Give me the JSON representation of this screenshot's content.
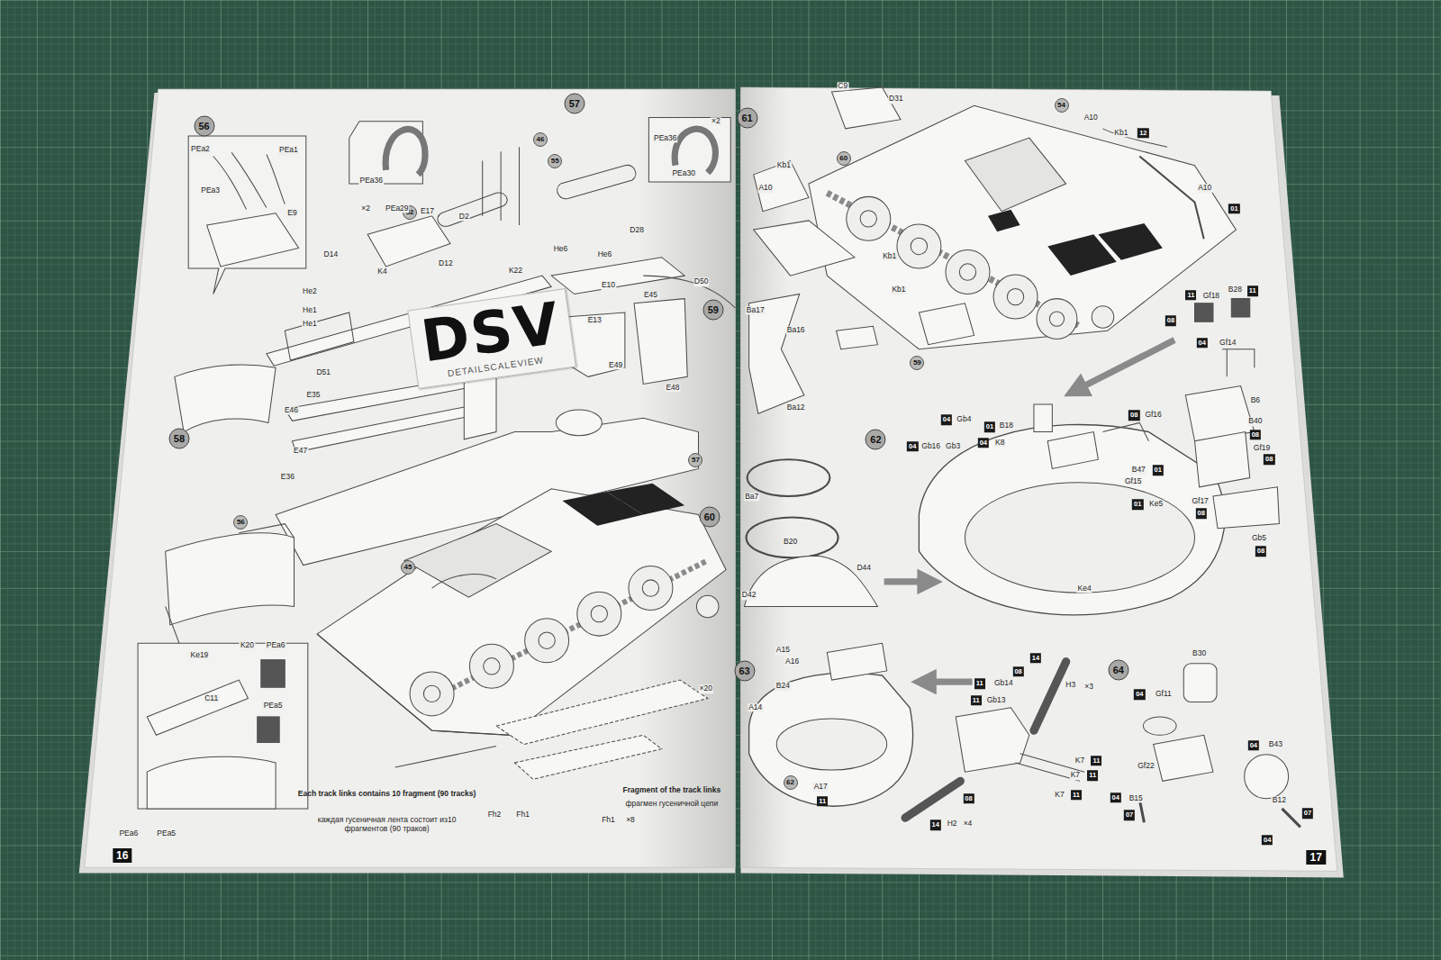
{
  "diagram": {
    "nodes": [
      {
        "text": [
          "56"
        ]
      },
      {
        "text": [
          "57"
        ]
      },
      {
        "text": [
          "58"
        ]
      },
      {
        "text": [
          "59"
        ]
      },
      {
        "text": [
          "60"
        ]
      },
      {
        "text": [
          "61"
        ]
      },
      {
        "text": [
          "62"
        ]
      },
      {
        "text": [
          "63"
        ]
      },
      {
        "text": [
          "64"
        ]
      },
      {
        "text": [
          "52"
        ]
      },
      {
        "text": [
          "46"
        ]
      },
      {
        "text": [
          "55"
        ]
      },
      {
        "text": [
          "45"
        ]
      },
      {
        "text": [
          "56"
        ]
      },
      {
        "text": [
          "57"
        ]
      },
      {
        "text": [
          "60"
        ]
      },
      {
        "text": [
          "54"
        ]
      },
      {
        "text": [
          "59"
        ]
      },
      {
        "text": [
          "62"
        ]
      },
      {
        "text": [
          "16"
        ]
      },
      {
        "text": [
          "17"
        ]
      },
      {
        "text": [
          "DSV",
          "DETAILSCALEVIEW"
        ]
      },
      {
        "text": [
          "12"
        ]
      },
      {
        "text": [
          "01"
        ]
      },
      {
        "text": [
          "11"
        ]
      },
      {
        "text": [
          "11"
        ]
      },
      {
        "text": [
          "08"
        ]
      },
      {
        "text": [
          "04"
        ]
      },
      {
        "text": [
          "08"
        ]
      },
      {
        "text": [
          "08"
        ]
      },
      {
        "text": [
          "08"
        ]
      },
      {
        "text": [
          "04"
        ]
      },
      {
        "text": [
          "01"
        ]
      },
      {
        "text": [
          "04"
        ]
      },
      {
        "text": [
          "04"
        ]
      },
      {
        "text": [
          "01"
        ]
      },
      {
        "text": [
          "01"
        ]
      },
      {
        "text": [
          "08"
        ]
      },
      {
        "text": [
          "08"
        ]
      },
      {
        "text": [
          "14"
        ]
      },
      {
        "text": [
          "08"
        ]
      },
      {
        "text": [
          "11"
        ]
      },
      {
        "text": [
          "11"
        ]
      },
      {
        "text": [
          "11"
        ]
      },
      {
        "text": [
          "11"
        ]
      },
      {
        "text": [
          "11"
        ]
      },
      {
        "text": [
          "08"
        ]
      },
      {
        "text": [
          "14"
        ]
      },
      {
        "text": [
          "11"
        ]
      },
      {
        "text": [
          "04"
        ]
      },
      {
        "text": [
          "04"
        ]
      },
      {
        "text": [
          "04"
        ]
      },
      {
        "text": [
          "07"
        ]
      },
      {
        "text": [
          "07"
        ]
      },
      {
        "text": [
          "04"
        ]
      }
    ],
    "labels": [
      "PEa2",
      "PEa1",
      "PEa3",
      "E9",
      "PEa36",
      "PEa29",
      "×2",
      "E17",
      "D14",
      "K4",
      "D12",
      "He2",
      "He1",
      "He1",
      "D51",
      "D2",
      "K22",
      "PEa36",
      "PEa30",
      "×2",
      "He6",
      "He6",
      "D28",
      "E10",
      "D50",
      "E13",
      "E45",
      "E49",
      "E48",
      "E35",
      "E46",
      "E47",
      "E36",
      "Ke19",
      "K20",
      "PEa6",
      "C11",
      "PEa5",
      "PEa6",
      "PEa5",
      "×20",
      "Fh2",
      "Fh1",
      "Fh1",
      "×8",
      "Each track links contains 10 fragment (90 tracks)",
      "каждая гусеничная лента состоит из10 фрагментов (90 траков)",
      "Fragment of the track links",
      "фрагмен гусеничной цепи",
      "C9",
      "D31",
      "A10",
      "Kb1",
      "A10",
      "Kb1",
      "A10",
      "Kb1",
      "Kb1",
      "Gf18",
      "B28",
      "Gf14",
      "Ba17",
      "Ba16",
      "Ba12",
      "B6",
      "B40",
      "Gf16",
      "Gf19",
      "Gb4",
      "B18",
      "K8",
      "Gb16",
      "Gb3",
      "B47",
      "Gf15",
      "Ke5",
      "Gf17",
      "Gb5",
      "Ba7",
      "B20",
      "D44",
      "D42",
      "Ke4",
      "A15",
      "A16",
      "B24",
      "A14",
      "A17",
      "Gb14",
      "Gb13",
      "H3",
      "×3",
      "K7",
      "K7",
      "K7",
      "H2",
      "×4",
      "B30",
      "Gf11",
      "B43",
      "Gf22",
      "B15",
      "B12"
    ]
  }
}
